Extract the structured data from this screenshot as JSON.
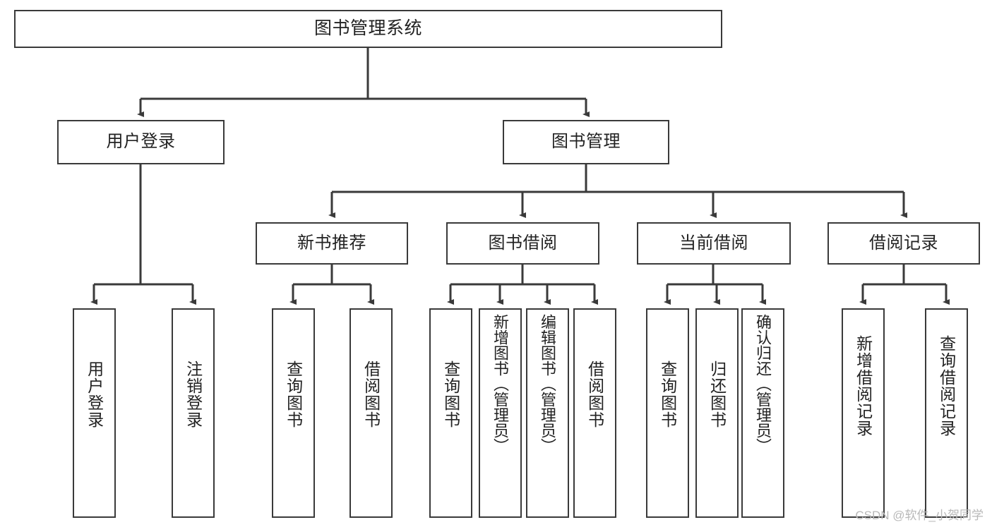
{
  "diagram": {
    "type": "tree",
    "title": "图书管理系统",
    "orientation": "top-down",
    "root": {
      "id": "root",
      "label": "图书管理系统"
    },
    "level2": [
      {
        "id": "user-login",
        "label": "用户登录"
      },
      {
        "id": "book-manage",
        "label": "图书管理"
      }
    ],
    "level3": [
      {
        "id": "new-book-recommend",
        "label": "新书推荐",
        "parent": "book-manage"
      },
      {
        "id": "book-borrow",
        "label": "图书借阅",
        "parent": "book-manage"
      },
      {
        "id": "current-borrow",
        "label": "当前借阅",
        "parent": "book-manage"
      },
      {
        "id": "borrow-record",
        "label": "借阅记录",
        "parent": "book-manage"
      }
    ],
    "leaves": {
      "user-login": [
        {
          "id": "leaf-user-login",
          "label": "用户登录"
        },
        {
          "id": "leaf-user-logout",
          "label": "注销登录"
        }
      ],
      "new-book-recommend": [
        {
          "id": "leaf-query-book-1",
          "label": "查询图书"
        },
        {
          "id": "leaf-borrow-book-1",
          "label": "借阅图书"
        }
      ],
      "book-borrow": [
        {
          "id": "leaf-query-book-2",
          "label": "查询图书"
        },
        {
          "id": "leaf-add-book",
          "label": "新增图书（管理员）"
        },
        {
          "id": "leaf-edit-book",
          "label": "编辑图书（管理员）"
        },
        {
          "id": "leaf-borrow-book-2",
          "label": "借阅图书"
        }
      ],
      "current-borrow": [
        {
          "id": "leaf-query-book-3",
          "label": "查询图书"
        },
        {
          "id": "leaf-return-book",
          "label": "归还图书"
        },
        {
          "id": "leaf-confirm-return",
          "label": "确认归还（管理员）"
        }
      ],
      "borrow-record": [
        {
          "id": "leaf-add-record",
          "label": "新增借阅记录"
        },
        {
          "id": "leaf-query-record",
          "label": "查询借阅记录"
        }
      ]
    }
  },
  "watermark": {
    "text": "CSDN @软件_小贺同学"
  },
  "colors": {
    "stroke": "#3a3a3a",
    "text": "#222222",
    "background": "#ffffff",
    "watermark": "#b8b8b8"
  }
}
